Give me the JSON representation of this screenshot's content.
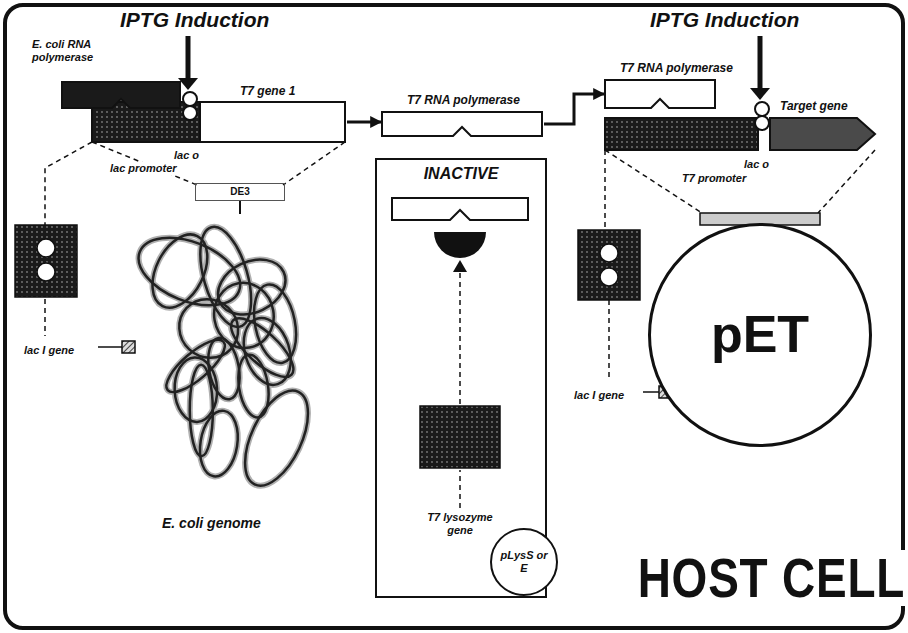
{
  "diagram": {
    "nodes": [
      {
        "text": [
          "E. coli RNA polymerase"
        ]
      },
      {
        "text": [
          "T7 gene 1"
        ]
      },
      {
        "text": [
          "DE3"
        ]
      },
      {
        "text": [
          "T7 RNA polymerase"
        ]
      },
      {
        "text": [
          "INACTIVE"
        ]
      },
      {
        "text": [
          "pLysS or E"
        ]
      },
      {
        "text": [
          "T7 RNA polymerase"
        ]
      },
      {
        "text": [
          "Target gene"
        ]
      },
      {
        "text": [
          "pET"
        ]
      }
    ],
    "edges": [
      {
        "from": 1,
        "to": 3,
        "arrow": "to"
      },
      {
        "from": 3,
        "to": 6,
        "arrow": "to"
      }
    ],
    "labels": [
      "IPTG Induction",
      "IPTG Induction",
      "lac o",
      "lac promoter",
      "lac I gene",
      "E. coli genome",
      "T7 lysozyme gene",
      "lac o",
      "T7 promoter",
      "lac I gene",
      "HOST CELL"
    ]
  }
}
